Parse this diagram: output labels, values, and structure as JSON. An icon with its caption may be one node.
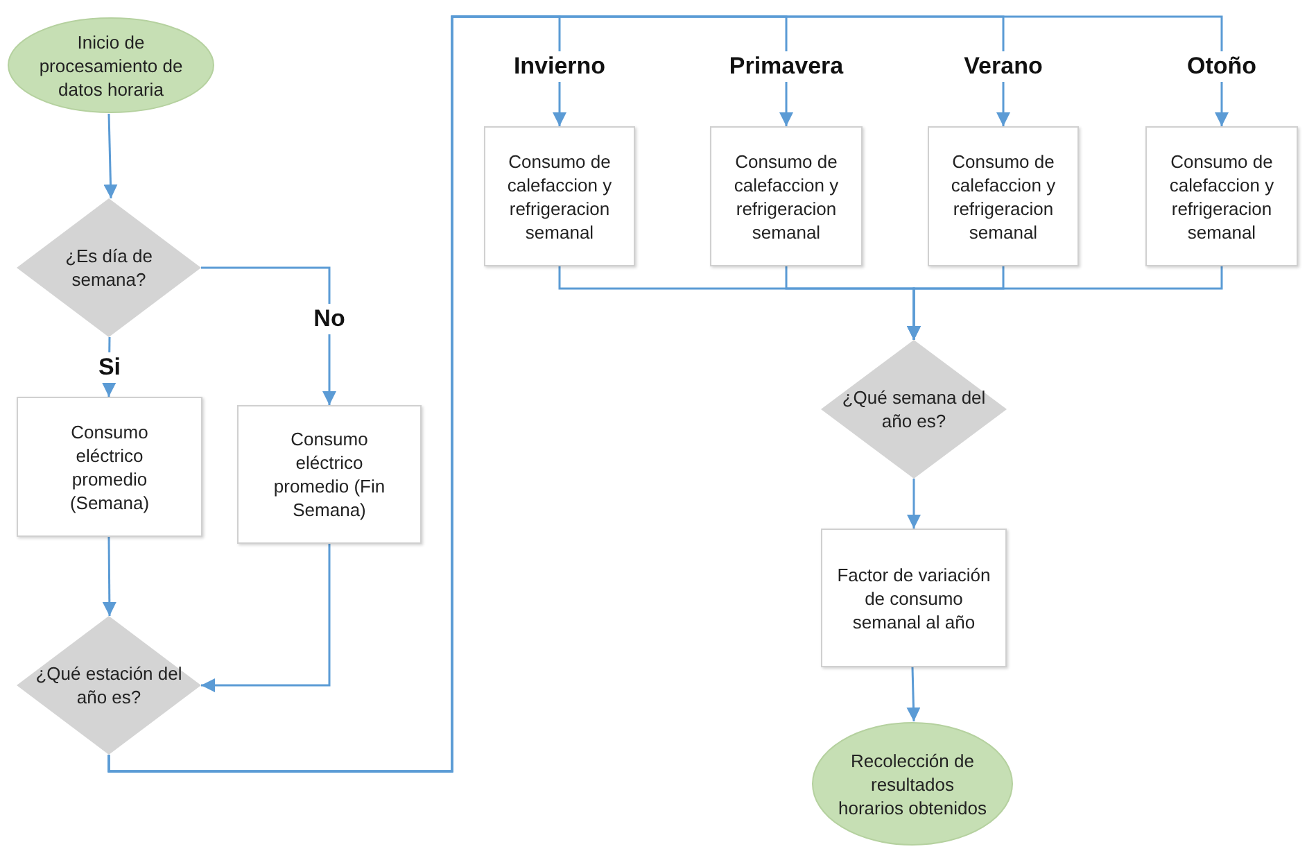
{
  "diagram": {
    "nodes": [
      {
        "text": [
          "Inicio de procesamiento de datos horaria"
        ]
      },
      {
        "text": [
          "¿Es día de semana?"
        ]
      },
      {
        "text": [
          "Consumo eléctrico promedio (Semana)"
        ]
      },
      {
        "text": [
          "Consumo eléctrico promedio (Fin Semana)"
        ]
      },
      {
        "text": [
          "¿Qué estación del año es?"
        ]
      },
      {
        "text": [
          "Consumo de calefaccion y refrigeracion semanal"
        ]
      },
      {
        "text": [
          "Consumo de calefaccion y refrigeracion semanal"
        ]
      },
      {
        "text": [
          "Consumo de calefaccion y refrigeracion semanal"
        ]
      },
      {
        "text": [
          "Consumo de calefaccion y refrigeracion semanal"
        ]
      },
      {
        "text": [
          "¿Qué semana del año es?"
        ]
      },
      {
        "text": [
          "Factor de variación de consumo semanal al año"
        ]
      },
      {
        "text": [
          "Recolección de resultados horarios obtenidos"
        ]
      }
    ],
    "edges": [
      {
        "from": 0,
        "to": 1,
        "arrow": "to"
      },
      {
        "from": 1,
        "to": 2,
        "arrow": "to",
        "label": "Si"
      },
      {
        "from": 1,
        "to": 3,
        "arrow": "to",
        "label": "No"
      },
      {
        "from": 2,
        "to": 4,
        "arrow": "to"
      },
      {
        "from": 3,
        "to": 4,
        "arrow": "to"
      },
      {
        "from": 4,
        "to": 5,
        "arrow": "to",
        "label": "Invierno"
      },
      {
        "from": 4,
        "to": 6,
        "arrow": "to",
        "label": "Primavera"
      },
      {
        "from": 4,
        "to": 7,
        "arrow": "to",
        "label": "Verano"
      },
      {
        "from": 4,
        "to": 8,
        "arrow": "to",
        "label": "Otoño"
      },
      {
        "from": 5,
        "to": 9,
        "arrow": "to"
      },
      {
        "from": 6,
        "to": 9,
        "arrow": "to"
      },
      {
        "from": 7,
        "to": 9,
        "arrow": "to"
      },
      {
        "from": 8,
        "to": 9,
        "arrow": "to"
      },
      {
        "from": 9,
        "to": 10,
        "arrow": "to"
      },
      {
        "from": 10,
        "to": 11,
        "arrow": "to"
      }
    ]
  }
}
